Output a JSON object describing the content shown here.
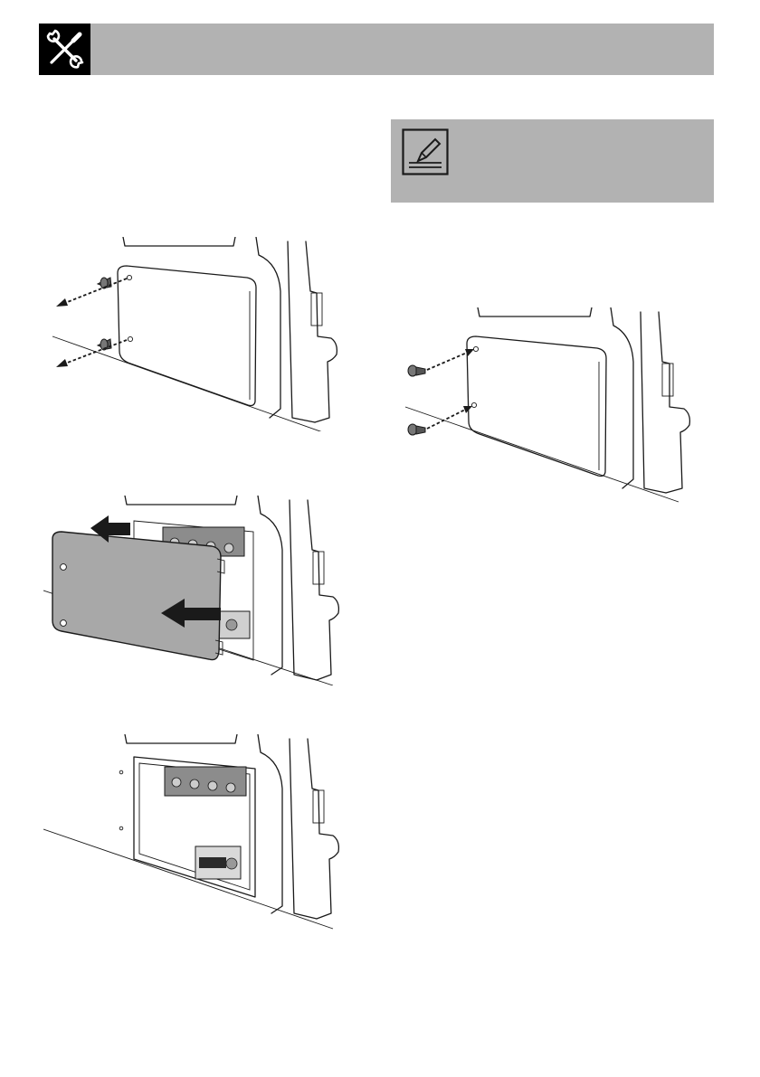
{
  "header": {
    "icon": "tools-icon"
  },
  "note": {
    "icon": "pencil-note-icon"
  },
  "figures": [
    {
      "id": "remove-screws",
      "icon": "screw-icon"
    },
    {
      "id": "refit-screws",
      "icon": "screw-icon"
    },
    {
      "id": "slide-cover-out",
      "icon": "arrow-left-icon"
    },
    {
      "id": "terminal-board-exposed",
      "icon": "terminal-block-icon"
    }
  ]
}
